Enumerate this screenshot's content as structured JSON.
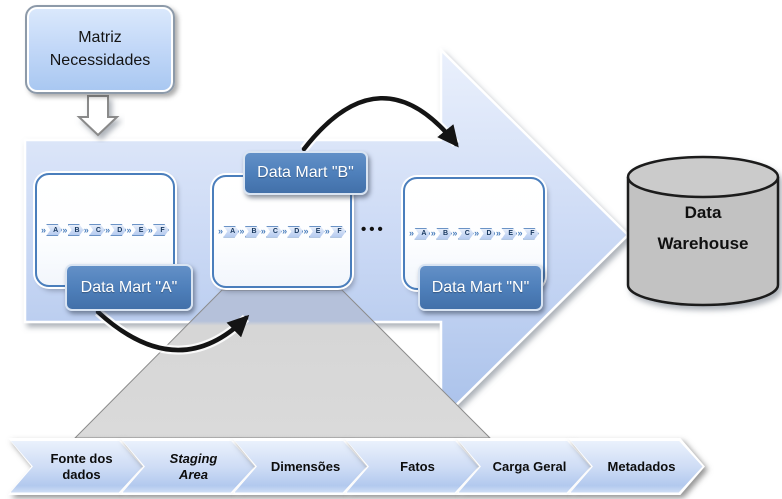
{
  "matriz_box": {
    "label": "Matriz\nNecessidades"
  },
  "data_marts": [
    {
      "label": "Data Mart \"A\""
    },
    {
      "label": "Data Mart \"B\""
    },
    {
      "label": "Data Mart \"N\""
    }
  ],
  "process_letters": [
    "A",
    "B",
    "C",
    "D",
    "E",
    "F"
  ],
  "letter_separator": "»",
  "ellipsis": "•••",
  "warehouse": {
    "label": "Data\nWarehouse"
  },
  "stages": [
    {
      "label": "Fonte dos\ndados",
      "italic": false
    },
    {
      "label": "Staging\nArea",
      "italic": true
    },
    {
      "label": "Dimensões",
      "italic": false
    },
    {
      "label": "Fatos",
      "italic": false
    },
    {
      "label": "Carga Geral",
      "italic": false
    },
    {
      "label": "Metadados",
      "italic": false
    }
  ],
  "colors": {
    "accent_blue": "#4f80bb",
    "arrow_fill_top": "#eaf0fc",
    "arrow_fill_bottom": "#a9c1ea",
    "box_border_blue": "#4a7ebc",
    "funnel_gray": "#d9d9d9",
    "funnel_blue_gray": "#b5c1da",
    "cylinder_gray": "#c2c2c2",
    "chevron_fill": "#cedcf5",
    "connector_black": "#141414"
  }
}
